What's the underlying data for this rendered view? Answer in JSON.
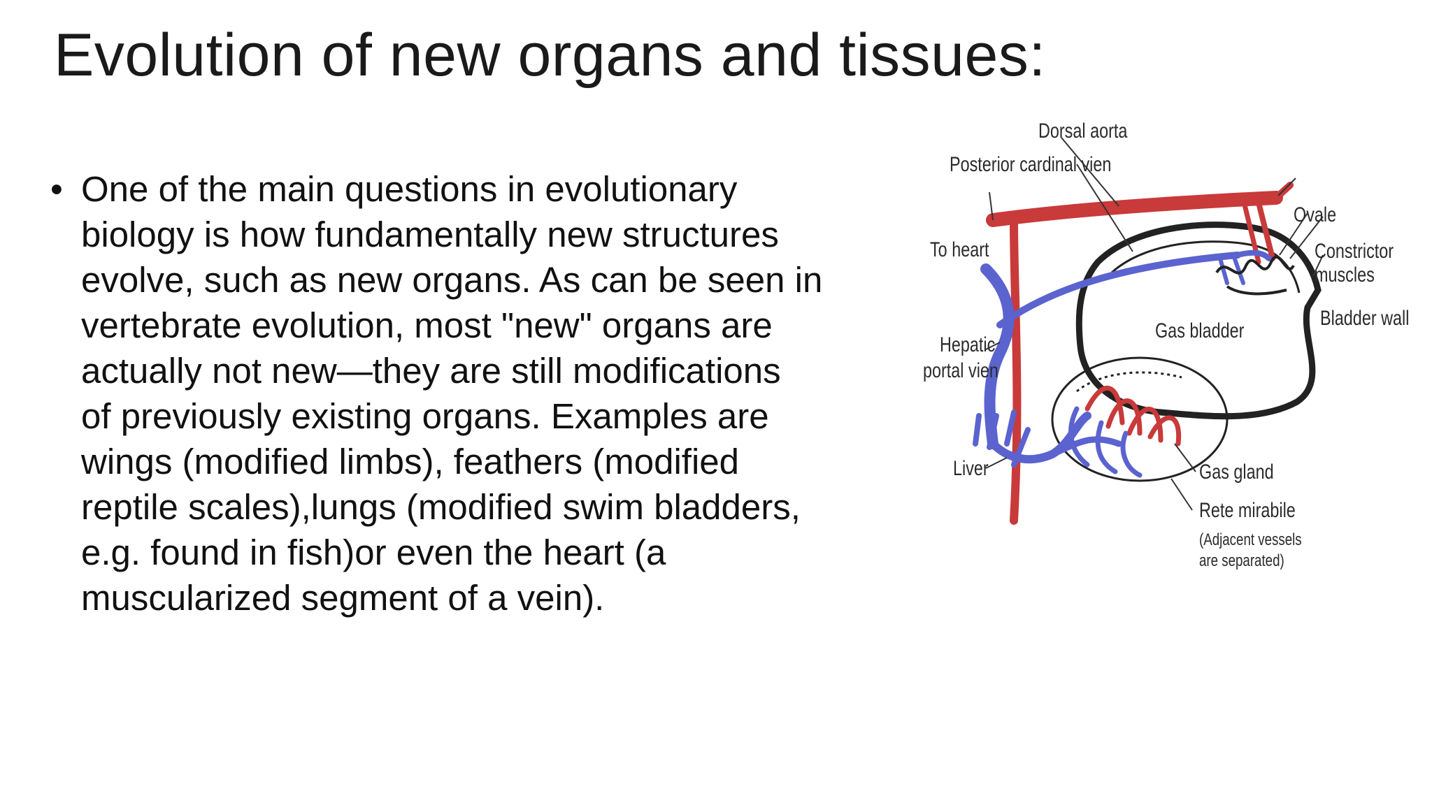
{
  "slide": {
    "title": "Evolution of new organs and tissues:",
    "bullet_lines": [
      "One of the main questions in evolutionary",
      "biology is how fundamentally new structures",
      "evolve, such as new organs. As can be seen in",
      "vertebrate evolution, most \"new\" organs are",
      "actually not new—they are still modifications",
      "of previously existing organs. Examples are",
      "wings (modified limbs), feathers (modified",
      "reptile scales),lungs (modified swim bladders,",
      "e.g. found in fish)or even the heart (a",
      "muscularized segment of a vein)."
    ]
  },
  "diagram": {
    "labels": {
      "dorsal_aorta": "Dorsal aorta",
      "posterior_cardinal_vein": "Posterior cardinal vien",
      "to_heart": "To heart",
      "ovale": "Ovale",
      "constrictor_line1": "Constrictor",
      "constrictor_line2": "muscles",
      "bladder_wall": "Bladder wall",
      "gas_bladder": "Gas bladder",
      "hepatic_line1": "Hepatic",
      "hepatic_line2": "portal vien",
      "liver": "Liver",
      "gas_gland": "Gas gland",
      "rete_mirabile": "Rete mirabile",
      "rete_note_line1": "(Adjacent vessels",
      "rete_note_line2": "are separated)"
    },
    "colors": {
      "artery": "#c93a3a",
      "vein": "#5b63cf",
      "outline": "#222222"
    }
  }
}
